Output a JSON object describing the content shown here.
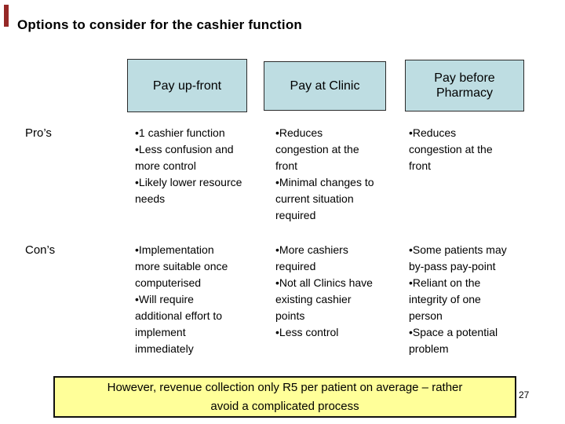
{
  "slide": {
    "title": "Options to consider for the cashier function",
    "page_number": "27",
    "accent_bar_color": "#952826"
  },
  "table": {
    "columns": [
      {
        "header": "Pay up-front"
      },
      {
        "header": "Pay at Clinic"
      },
      {
        "header": "Pay before\nPharmacy"
      }
    ],
    "rows": [
      {
        "label": "Pro’s",
        "cells": [
          "•1 cashier function\n•Less confusion and\nmore control\n•Likely lower resource\nneeds",
          "•Reduces\ncongestion at the\nfront\n•Minimal changes to\ncurrent situation\nrequired",
          "•Reduces\ncongestion at the\nfront"
        ]
      },
      {
        "label": "Con’s",
        "cells": [
          "•Implementation\nmore suitable once\ncomputerised\n•Will require\nadditional effort to\nimplement\nimmediately",
          "•More cashiers\nrequired\n•Not all Clinics have\nexisting cashier\npoints\n•Less control",
          "•Some patients may\nby-pass pay-point\n•Reliant on the\nintegrity of one\nperson\n•Space a potential\nproblem"
        ]
      }
    ]
  },
  "footer_note": {
    "text": "However, revenue collection only R5 per patient on average – rather\navoid a complicated process",
    "background": "#ffff99"
  },
  "colors": {
    "header_fill": "#bedde2",
    "note_fill": "#ffff99",
    "accent": "#952826"
  }
}
